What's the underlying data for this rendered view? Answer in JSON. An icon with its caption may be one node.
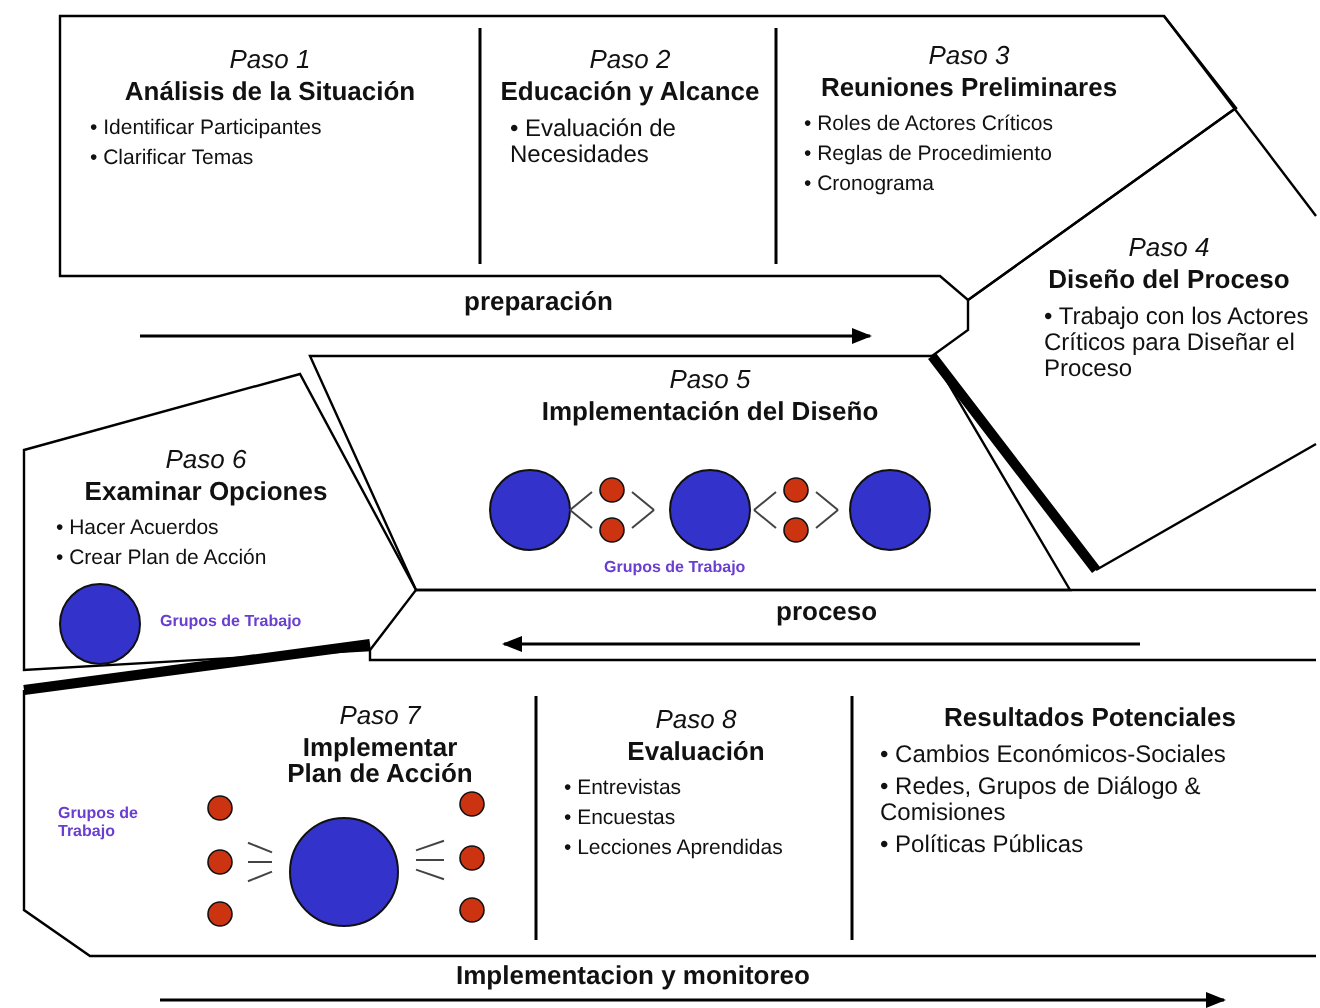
{
  "diagram": {
    "nodes": [
      {
        "text": [
          "Paso 1",
          "Análisis de la Situación",
          "• Identificar Participantes",
          "• Clarificar Temas"
        ]
      },
      {
        "text": [
          "Paso 2",
          "Educación y Alcance",
          "• Evaluación de Necesidades"
        ]
      },
      {
        "text": [
          "Paso 3",
          "Reuniones Preliminares",
          "• Roles de Actores Críticos",
          "• Reglas de Procedimiento",
          "• Cronograma"
        ]
      },
      {
        "text": [
          "Paso 4",
          "Diseño del Proceso",
          "• Trabajo con los Actores Críticos para Diseñar el Proceso"
        ]
      },
      {
        "text": [
          "Paso 5",
          "Implementación del Diseño",
          "Grupos de Trabajo"
        ]
      },
      {
        "text": [
          "Paso 6",
          "Examinar Opciones",
          "• Hacer Acuerdos",
          "• Crear Plan de Acción",
          "Grupos de Trabajo"
        ]
      },
      {
        "text": [
          "Grupos de Trabajo",
          "Paso 7",
          "Implementar Plan de Acción"
        ]
      },
      {
        "text": [
          "Paso 8",
          "Evaluación",
          "• Entrevistas",
          "• Encuestas",
          "• Lecciones Aprendidas"
        ]
      },
      {
        "text": [
          "Resultados Potenciales",
          "• Cambios Económicos-Sociales",
          "• Redes, Grupos de Diálogo & Comisiones",
          "• Políticas Públicas"
        ]
      }
    ],
    "edges": [],
    "labels": [
      "preparación",
      "proceso",
      "Implementacion y monitoreo"
    ]
  }
}
